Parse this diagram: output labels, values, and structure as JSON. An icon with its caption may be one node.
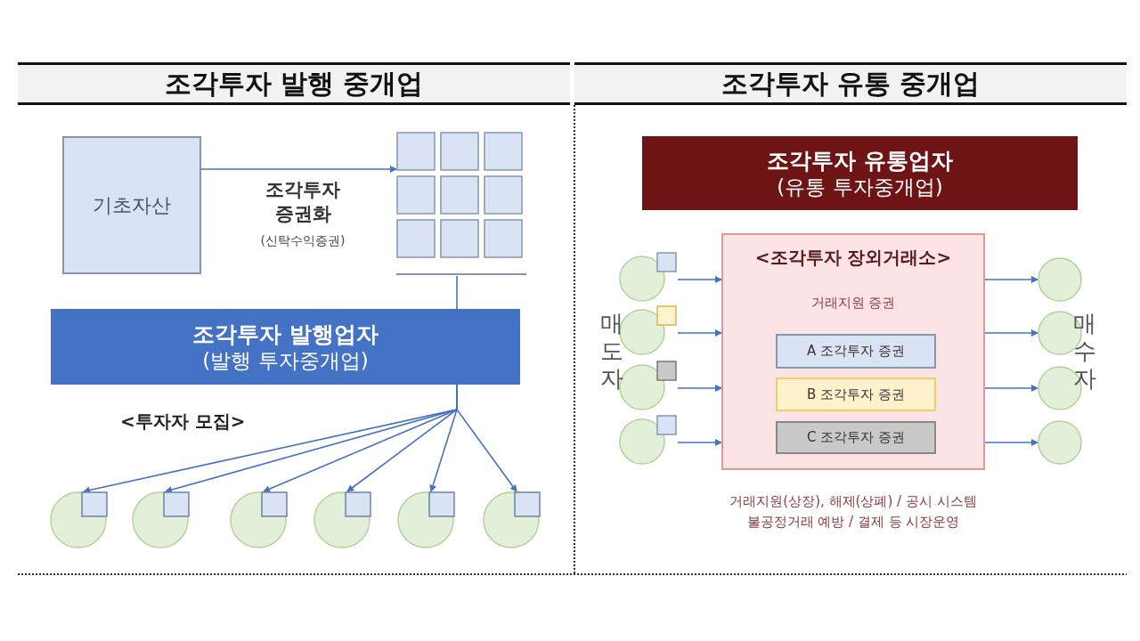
{
  "diagram": {
    "nodes": [
      {
        "text": [
          "조각투자 발행 중개업"
        ]
      },
      {
        "text": [
          "기초자산"
        ]
      },
      {
        "text": [],
        "shape": "box"
      },
      {
        "text": [
          "조각투자 발행업자",
          "(발행 투자중개업)"
        ]
      },
      {
        "text": [],
        "shape": "circle"
      },
      {
        "text": [],
        "shape": "circle"
      },
      {
        "text": [],
        "shape": "circle"
      },
      {
        "text": [],
        "shape": "circle"
      },
      {
        "text": [],
        "shape": "circle"
      },
      {
        "text": [],
        "shape": "circle"
      },
      {
        "text": [
          "조각투자 유통 중개업"
        ]
      },
      {
        "text": [
          "조각투자 유통업자",
          "(유통 투자중개업)"
        ]
      },
      {
        "text": [
          "<조각투자 장외거래소>",
          "거래지원 증권"
        ]
      },
      {
        "text": [
          "A 조각투자 증권"
        ],
        "in": 12
      },
      {
        "text": [
          "B 조각투자 증권"
        ],
        "in": 12
      },
      {
        "text": [
          "C 조각투자 증권"
        ],
        "in": 12
      },
      {
        "text": [],
        "shape": "circle"
      },
      {
        "text": [],
        "shape": "circle"
      },
      {
        "text": [],
        "shape": "circle"
      },
      {
        "text": [],
        "shape": "circle"
      },
      {
        "text": [],
        "shape": "circle"
      },
      {
        "text": [],
        "shape": "circle"
      },
      {
        "text": [],
        "shape": "circle"
      },
      {
        "text": [],
        "shape": "circle"
      }
    ],
    "edges": [
      {
        "from": 1,
        "to": 2,
        "arrow": "to",
        "label": "조각투자 증권화"
      },
      {
        "from": 2,
        "to": 3,
        "arrow": "none"
      },
      {
        "from": 3,
        "to": 4,
        "arrow": "to"
      },
      {
        "from": 3,
        "to": 5,
        "arrow": "to"
      },
      {
        "from": 3,
        "to": 6,
        "arrow": "to"
      },
      {
        "from": 3,
        "to": 7,
        "arrow": "to"
      },
      {
        "from": 3,
        "to": 8,
        "arrow": "to"
      },
      {
        "from": 3,
        "to": 9,
        "arrow": "to"
      },
      {
        "from": 16,
        "to": 12,
        "arrow": "to"
      },
      {
        "from": 17,
        "to": 12,
        "arrow": "to"
      },
      {
        "from": 18,
        "to": 12,
        "arrow": "to"
      },
      {
        "from": 19,
        "to": 12,
        "arrow": "to"
      },
      {
        "from": 12,
        "to": 20,
        "arrow": "to"
      },
      {
        "from": 12,
        "to": 21,
        "arrow": "to"
      },
      {
        "from": 12,
        "to": 22,
        "arrow": "to"
      },
      {
        "from": 12,
        "to": 23,
        "arrow": "to"
      }
    ],
    "labels": [
      "(신탁수익증권)",
      "<투자자 모집>",
      "매도자",
      "매수자",
      "거래지원(상장), 해제(상폐) / 공시 시스템 불공정거래 예방 / 결제 등 시장운영"
    ]
  }
}
